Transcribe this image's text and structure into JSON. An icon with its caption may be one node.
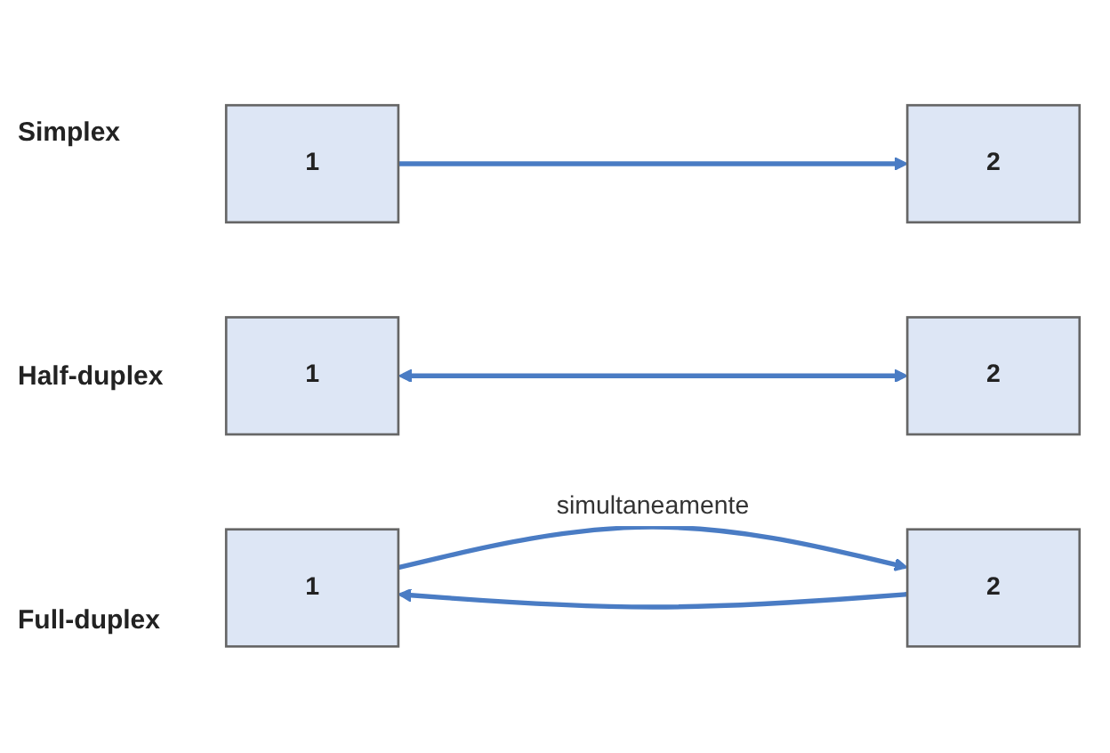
{
  "diagram": {
    "nodes": [
      {
        "text": [
          "1"
        ]
      },
      {
        "text": [
          "2"
        ]
      },
      {
        "text": [
          "1"
        ]
      },
      {
        "text": [
          "2"
        ]
      },
      {
        "text": [
          "1"
        ]
      },
      {
        "text": [
          "2"
        ]
      }
    ],
    "edges": [
      {
        "from": 0,
        "to": 1,
        "arrow": "to"
      },
      {
        "from": 2,
        "to": 3,
        "arrow": "both"
      },
      {
        "from": 5,
        "to": 4,
        "arrow": "to"
      },
      {
        "from": 4,
        "to": 5,
        "arrow": "to",
        "label": "simultaneamente"
      }
    ],
    "labels": [
      "Simplex",
      "Half-duplex",
      "Full-duplex"
    ]
  }
}
